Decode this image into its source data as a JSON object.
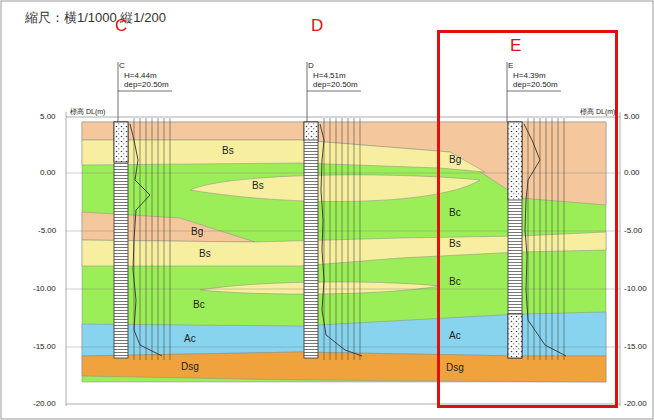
{
  "diagram": {
    "title": "縮尺：横1/1000 縦1/200",
    "nodes": [
      {
        "text": [
          "E"
        ]
      }
    ],
    "labels": [
      "C",
      "D",
      "C",
      "H=4.44m",
      "dep=20.50m",
      "D",
      "H=4.51m",
      "dep=20.50m",
      "E",
      "H=4.39m",
      "dep=20.50m",
      "標高 DL(m)",
      "標高 DL(m)",
      "5.00",
      "0.00",
      "-5.00",
      "-10.00",
      "-15.00",
      "-20.00",
      "5.00",
      "0.00",
      "-5.00",
      "-10.00",
      "-15.00",
      "-20.00",
      "Bs",
      "Bs",
      "Bg",
      "Bs",
      "Bc",
      "Ac",
      "Dsg",
      "Bg",
      "Bc",
      "Bs",
      "Bc",
      "Ac",
      "Dsg"
    ]
  }
}
